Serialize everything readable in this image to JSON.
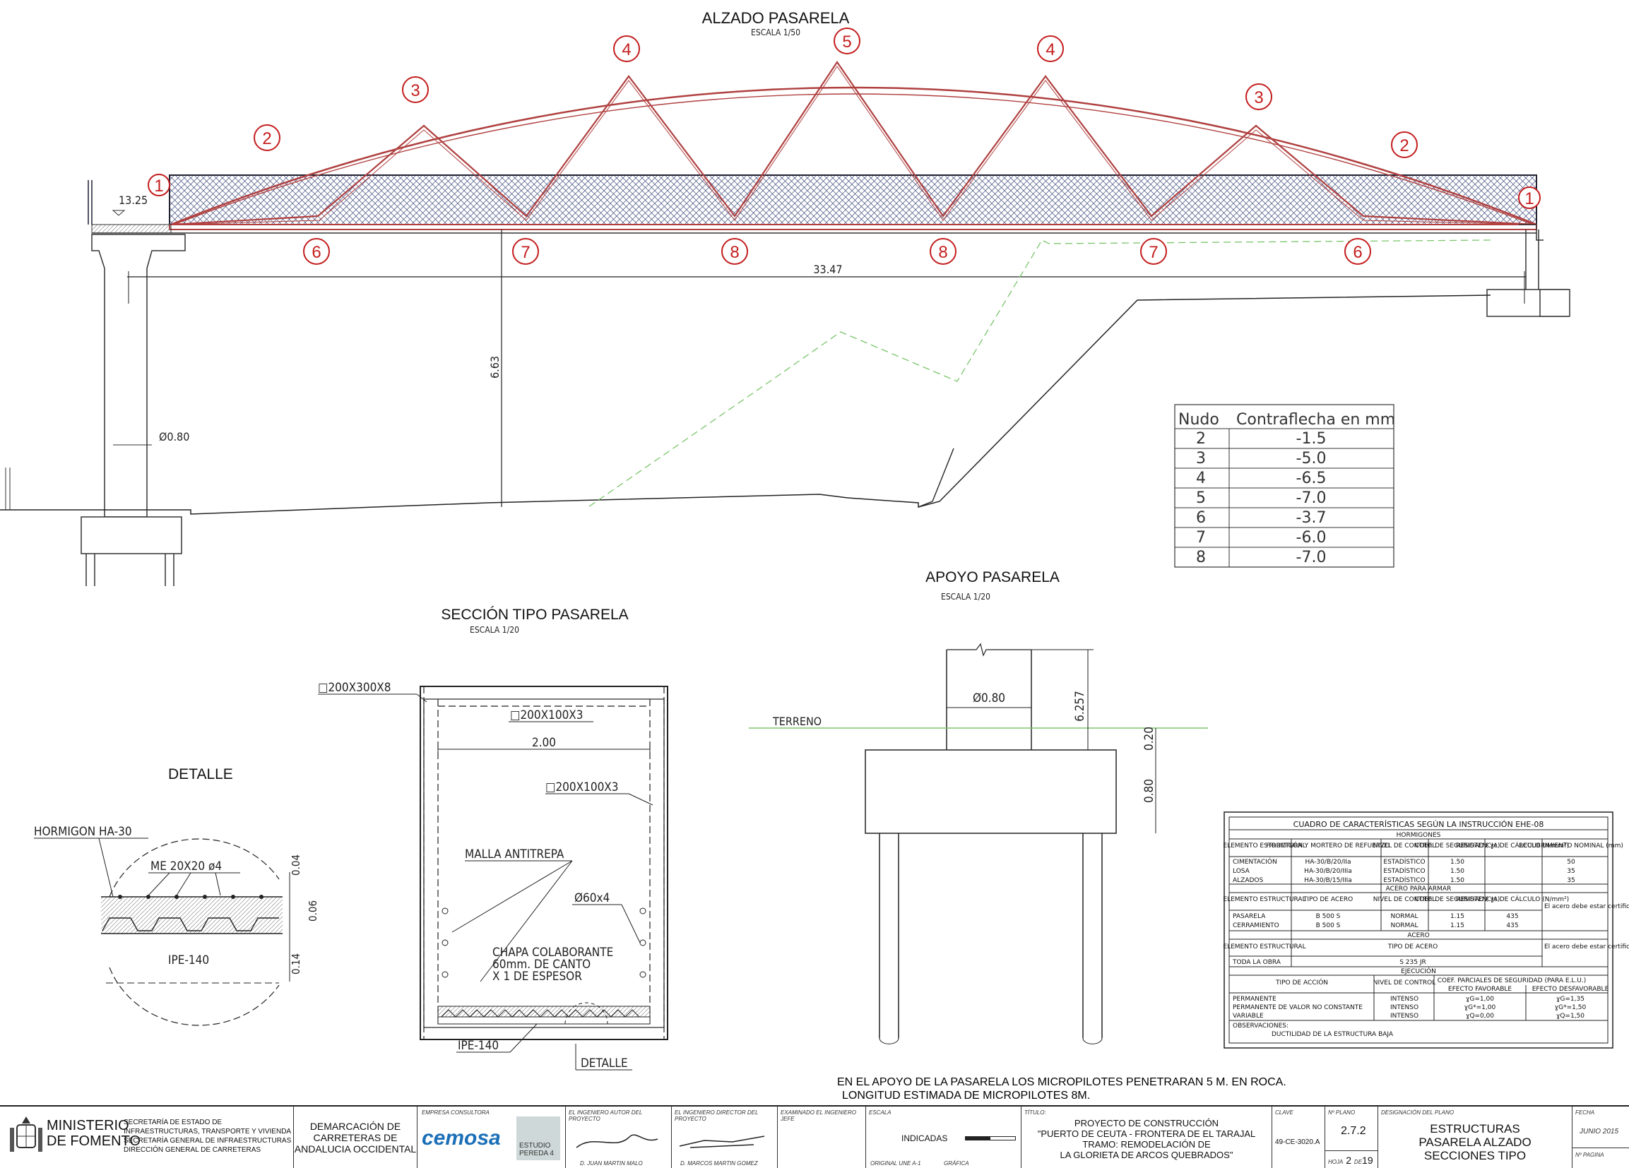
{
  "views": {
    "elevation": {
      "title": "ALZADO PASARELA",
      "scale": "ESCALA 1/50"
    },
    "section": {
      "title": "SECCIÓN TIPO PASARELA",
      "scale": "ESCALA 1/20"
    },
    "support": {
      "title": "APOYO PASARELA",
      "scale": "ESCALA 1/20"
    },
    "detail": {
      "title": "DETALLE"
    }
  },
  "nodes_top": [
    "1",
    "2",
    "3",
    "4",
    "5",
    "4",
    "3",
    "2",
    "1"
  ],
  "nodes_bottom": [
    "6",
    "7",
    "8",
    "8",
    "7",
    "6"
  ],
  "dims": {
    "span": "33.47",
    "height": "6.63",
    "height_small": "13.25",
    "pile_diam": "Ø0.80",
    "support_pile_diam": "Ø0.80",
    "support_height": "6.257",
    "cap_top": "0.20",
    "cap_height": "0.80",
    "section_width": "2.00",
    "detail_d1": "0.04",
    "detail_d2": "0.06",
    "detail_d3": "0.14"
  },
  "labels": {
    "terreno": "TERRENO",
    "tube_main": "□200X300X8",
    "tube_top": "□200X100X3",
    "tube_side": "□200X100X3",
    "malla": "MALLA ANTITREPA",
    "post": "Ø60x4",
    "chapa1": "CHAPA COLABORANTE",
    "chapa2": "60mm. DE CANTO",
    "chapa3": "X 1 DE ESPESOR",
    "ipe": "IPE-140",
    "detalle_ref": "DETALLE",
    "hormigon": "HORMIGON HA-30",
    "me": "ME 20X20 ø4",
    "ipe_detail": "IPE-140"
  },
  "contraflecha": {
    "header_nudo": "Nudo",
    "header_val": "Contraflecha en mm",
    "rows": [
      [
        "2",
        "-1.5"
      ],
      [
        "3",
        "-5.0"
      ],
      [
        "4",
        "-6.5"
      ],
      [
        "5",
        "-7.0"
      ],
      [
        "6",
        "-3.7"
      ],
      [
        "7",
        "-6.0"
      ],
      [
        "8",
        "-7.0"
      ]
    ]
  },
  "ehe": {
    "title": "CUADRO DE CARACTERÍSTICAS SEGÚN LA INSTRUCCIÓN EHE-08",
    "sec_horm": "HORMIGONES",
    "horm_head": [
      "ELEMENTO ESTRUCTURAL",
      "HORMIGÓN Y MORTERO DE REFUERZO",
      "NIVEL DE CONTROL",
      "COEF. DE SEGURIDAD ( ɣc)",
      "RESISTENCIA DE CÁLCULO (N/mm²)",
      "RECUBRIMIENTO NOMINAL (mm)"
    ],
    "horm_rows": [
      [
        "CIMENTACIÓN",
        "HA-30/B/20/IIa",
        "ESTADÍSTICO",
        "1.50",
        "",
        "50"
      ],
      [
        "LOSA",
        "HA-30/B/20/IIIa",
        "ESTADÍSTICO",
        "1.50",
        "",
        "35"
      ],
      [
        "ALZADOS",
        "HA-30/B/15/IIIa",
        "ESTADÍSTICO",
        "1.50",
        "",
        "35"
      ]
    ],
    "sec_acero_armar": "ACERO PARA ARMAR",
    "arm_head": [
      "ELEMENTO ESTRUCTURAL",
      "TIPO DE ACERO",
      "NIVEL DE CONTROL",
      "COEF. DE SEGURIDAD ( ɣs)",
      "RESISTENCIA DE CÁLCULO (N/mm²)"
    ],
    "arm_rows": [
      [
        "PASARELA",
        "B 500 S",
        "NORMAL",
        "1.15",
        "435"
      ],
      [
        "CERRAMIENTO",
        "B 500 S",
        "NORMAL",
        "1.15",
        "435"
      ]
    ],
    "arm_note": "El acero debe estar certificado convenientemente",
    "sec_acero": "ACERO",
    "acero_head": [
      "ELEMENTO ESTRUCTURAL",
      "TIPO DE ACERO"
    ],
    "acero_rows": [
      [
        "TODA LA OBRA",
        "S 235 JR"
      ]
    ],
    "acero_note": "El acero debe estar certificado convenientemente",
    "sec_ejec": "EJECUCIÓN",
    "ejec_head": [
      "TIPO DE ACCIÓN",
      "NIVEL DE CONTROL",
      "COEF. PARCIALES DE SEGURIDAD (PARA E.L.U.)",
      "EFECTO FAVORABLE",
      "EFECTO DESFAVORABLE"
    ],
    "ejec_rows": [
      [
        "PERMANENTE",
        "INTENSO",
        "ɣG=1,00",
        "ɣG=1,35"
      ],
      [
        "PERMANENTE DE VALOR NO CONSTANTE",
        "INTENSO",
        "ɣG*=1,00",
        "ɣG*=1,50"
      ],
      [
        "VARIABLE",
        "INTENSO",
        "ɣQ=0,00",
        "ɣQ=1,50"
      ]
    ],
    "obs_label": "OBSERVACIONES:",
    "obs_text": "DUCTILIDAD DE LA ESTRUCTURA BAJA"
  },
  "notes": [
    "EN EL APOYO DE LA PASARELA LOS MICROPILOTES PENETRARAN 5 M. EN ROCA.",
    "LONGITUD ESTIMADA DE MICROPILOTES 8M."
  ],
  "title_block": {
    "ministerio1": "MINISTERIO",
    "ministerio2": "DE FOMENTO",
    "sec1": "SECRETARÍA DE ESTADO DE",
    "sec2": "INFRAESTRUCTURAS, TRANSPORTE Y VIVIENDA",
    "sec3": "SECRETARÍA GENERAL DE INFRAESTRUCTURAS",
    "sec4": "DIRECCIÓN GENERAL DE CARRETERAS",
    "demarc1": "DEMARCACIÓN DE",
    "demarc2": "CARRETERAS DE",
    "demarc3": "ANDALUCIA OCCIDENTAL",
    "empresa_label": "EMPRESA CONSULTORA",
    "cemosa": "cemosa",
    "p4_1": "ESTUDIO",
    "p4_2": "PEREDA 4",
    "autor_label": "EL INGENIERO AUTOR DEL PROYECTO",
    "autor_name": "D. JUAN MARTIN MALO",
    "director_label": "EL INGENIERO DIRECTOR DEL PROYECTO",
    "director_name": "D. MARCOS MARTIN GOMEZ",
    "examinado_label": "EXAMINADO EL INGENIERO JEFE",
    "escala_label": "ESCALA",
    "escala_val": "INDICADAS",
    "original": "ORIGINAL UNE A-1",
    "grafica": "GRÁFICA",
    "titulo_label": "TÍTULO:",
    "t1": "PROYECTO DE CONSTRUCCIÓN",
    "t2": "\"PUERTO DE CEUTA - FRONTERA DE EL TARAJAL",
    "t3": "TRAMO: REMODELACIÓN DE",
    "t4": "LA GLORIETA DE ARCOS QUEBRADOS\"",
    "clave_label": "CLAVE",
    "clave_val": "49-CE-3020.A",
    "plano_label": "Nº PLANO",
    "plano_val": "2.7.2",
    "hoja_label": "HOJA",
    "hoja_val": "2",
    "de_label": "DE",
    "de_val": "19",
    "desig_label": "DESIGNACIÓN DEL PLANO",
    "d1": "ESTRUCTURAS",
    "d2": "PASARELA ALZADO",
    "d3": "SECCIONES TIPO",
    "fecha_label": "FECHA",
    "fecha_val": "JUNIO 2015",
    "pagina_label": "Nº PAGINA"
  }
}
